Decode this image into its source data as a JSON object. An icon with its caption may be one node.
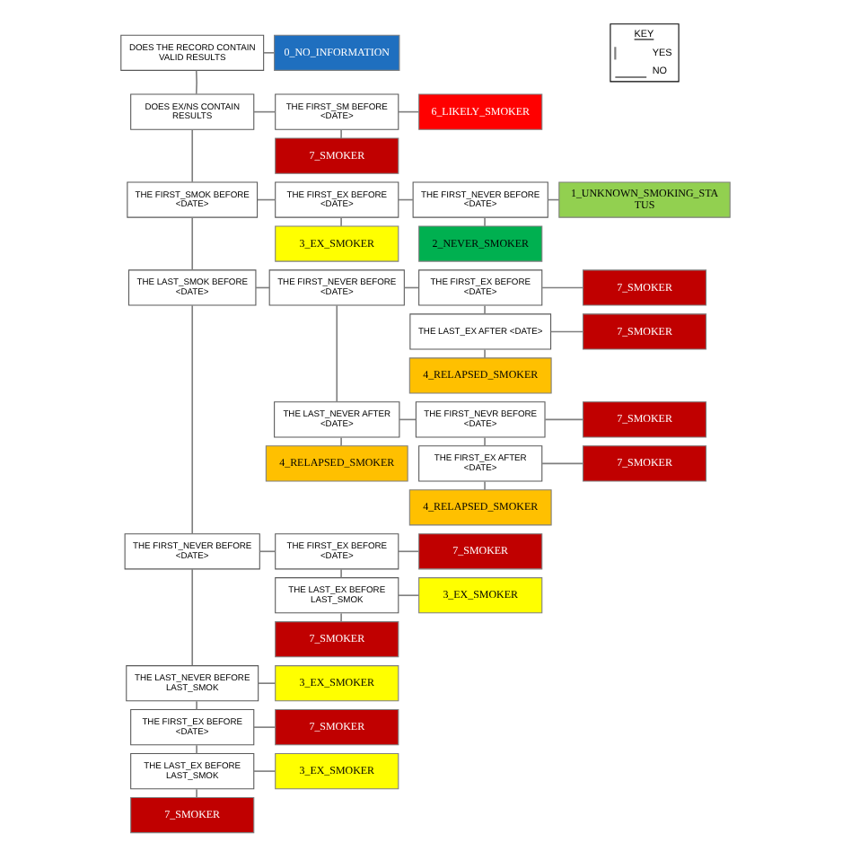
{
  "diagram": {
    "nodes": [
      {
        "text": [
          "DOES THE RECORD CONTAIN VALID RESULTS"
        ]
      },
      {
        "text": [
          "0_NO_INFORMATION"
        ]
      },
      {
        "text": [
          "DOES EX/NS CONTAIN RESULTS"
        ]
      },
      {
        "text": [
          "THE FIRST_SM BEFORE <DATE>"
        ]
      },
      {
        "text": [
          "6_LIKELY_SMOKER"
        ]
      },
      {
        "text": [
          "7_SMOKER"
        ]
      },
      {
        "text": [
          "THE FIRST_SMOK BEFORE <DATE>"
        ]
      },
      {
        "text": [
          "THE FIRST_EX BEFORE <DATE>"
        ]
      },
      {
        "text": [
          "THE FIRST_NEVER BEFORE <DATE>"
        ]
      },
      {
        "text": [
          "1_UNKNOWN_SMOKING_STA TUS"
        ]
      },
      {
        "text": [
          "3_EX_SMOKER"
        ]
      },
      {
        "text": [
          "2_NEVER_SMOKER"
        ]
      },
      {
        "text": [
          "THE LAST_SMOK BEFORE <DATE>"
        ]
      },
      {
        "text": [
          "THE FIRST_NEVER BEFORE <DATE>"
        ]
      },
      {
        "text": [
          "THE FIRST_EX BEFORE <DATE>"
        ]
      },
      {
        "text": [
          "7_SMOKER"
        ]
      },
      {
        "text": [
          "THE LAST_EX AFTER <DATE>"
        ]
      },
      {
        "text": [
          "7_SMOKER"
        ]
      },
      {
        "text": [
          "4_RELAPSED_SMOKER"
        ]
      },
      {
        "text": [
          "THE LAST_NEVER AFTER <DATE>"
        ]
      },
      {
        "text": [
          "THE FIRST_NEVR BEFORE <DATE>"
        ]
      },
      {
        "text": [
          "7_SMOKER"
        ]
      },
      {
        "text": [
          "4_RELAPSED_SMOKER"
        ]
      },
      {
        "text": [
          "THE FIRST_EX AFTER <DATE>"
        ]
      },
      {
        "text": [
          "7_SMOKER"
        ]
      },
      {
        "text": [
          "4_RELAPSED_SMOKER"
        ]
      },
      {
        "text": [
          "THE FIRST_NEVER BEFORE <DATE>"
        ]
      },
      {
        "text": [
          "THE FIRST_EX BEFORE <DATE>"
        ]
      },
      {
        "text": [
          "7_SMOKER"
        ]
      },
      {
        "text": [
          "THE LAST_EX BEFORE LAST_SMOK"
        ]
      },
      {
        "text": [
          "3_EX_SMOKER"
        ]
      },
      {
        "text": [
          "7_SMOKER"
        ]
      },
      {
        "text": [
          "THE LAST_NEVER BEFORE LAST_SMOK"
        ]
      },
      {
        "text": [
          "3_EX_SMOKER"
        ]
      },
      {
        "text": [
          "THE FIRST_EX BEFORE <DATE>"
        ]
      },
      {
        "text": [
          "7_SMOKER"
        ]
      },
      {
        "text": [
          "THE LAST_EX BEFORE LAST_SMOK"
        ]
      },
      {
        "text": [
          "3_EX_SMOKER"
        ]
      },
      {
        "text": [
          "7_SMOKER"
        ]
      }
    ],
    "edges": [
      {
        "from": 0,
        "to": 1,
        "arrow": "none"
      },
      {
        "from": 0,
        "to": 2,
        "arrow": "none"
      },
      {
        "from": 2,
        "to": 3,
        "arrow": "none"
      },
      {
        "from": 2,
        "to": 6,
        "arrow": "none"
      },
      {
        "from": 3,
        "to": 4,
        "arrow": "none"
      },
      {
        "from": 3,
        "to": 5,
        "arrow": "none"
      },
      {
        "from": 6,
        "to": 7,
        "arrow": "none"
      },
      {
        "from": 6,
        "to": 12,
        "arrow": "none"
      },
      {
        "from": 7,
        "to": 8,
        "arrow": "none"
      },
      {
        "from": 7,
        "to": 10,
        "arrow": "none"
      },
      {
        "from": 8,
        "to": 9,
        "arrow": "none"
      },
      {
        "from": 8,
        "to": 11,
        "arrow": "none"
      },
      {
        "from": 12,
        "to": 13,
        "arrow": "none"
      },
      {
        "from": 12,
        "to": 26,
        "arrow": "none"
      },
      {
        "from": 13,
        "to": 14,
        "arrow": "none"
      },
      {
        "from": 13,
        "to": 19,
        "arrow": "none"
      },
      {
        "from": 14,
        "to": 15,
        "arrow": "none"
      },
      {
        "from": 14,
        "to": 16,
        "arrow": "none"
      },
      {
        "from": 16,
        "to": 17,
        "arrow": "none"
      },
      {
        "from": 16,
        "to": 18,
        "arrow": "none"
      },
      {
        "from": 19,
        "to": 20,
        "arrow": "none"
      },
      {
        "from": 19,
        "to": 22,
        "arrow": "none"
      },
      {
        "from": 20,
        "to": 21,
        "arrow": "none"
      },
      {
        "from": 20,
        "to": 23,
        "arrow": "none"
      },
      {
        "from": 23,
        "to": 24,
        "arrow": "none"
      },
      {
        "from": 23,
        "to": 25,
        "arrow": "none"
      },
      {
        "from": 26,
        "to": 27,
        "arrow": "none"
      },
      {
        "from": 26,
        "to": 32,
        "arrow": "none"
      },
      {
        "from": 27,
        "to": 28,
        "arrow": "none"
      },
      {
        "from": 27,
        "to": 29,
        "arrow": "none"
      },
      {
        "from": 29,
        "to": 30,
        "arrow": "none"
      },
      {
        "from": 29,
        "to": 31,
        "arrow": "none"
      },
      {
        "from": 32,
        "to": 33,
        "arrow": "none"
      },
      {
        "from": 32,
        "to": 34,
        "arrow": "none"
      },
      {
        "from": 34,
        "to": 35,
        "arrow": "none"
      },
      {
        "from": 34,
        "to": 36,
        "arrow": "none"
      },
      {
        "from": 36,
        "to": 37,
        "arrow": "none"
      },
      {
        "from": 36,
        "to": 38,
        "arrow": "none"
      }
    ],
    "labels": [
      "KEY"
    ],
    "legend": [
      {
        "text": "YES"
      },
      {
        "text": "NO"
      }
    ]
  }
}
